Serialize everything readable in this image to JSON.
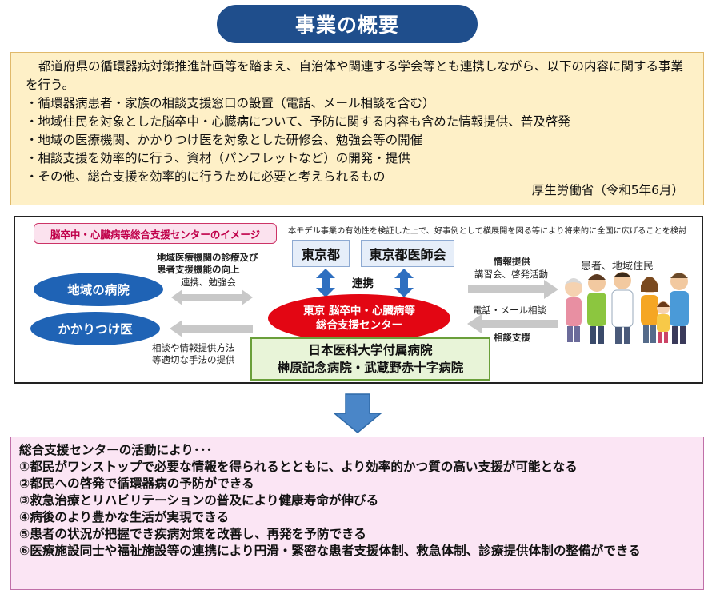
{
  "title": "事業の概要",
  "overview": {
    "intro": "都道府県の循環器病対策推進計画等を踏まえ、自治体や関連する学会等とも連携しながら、以下の内容に関する事業を行う。",
    "bullets": [
      "・循環器病患者・家族の相談支援窓口の設置（電話、メール相談を含む）",
      "・地域住民を対象とした脳卒中・心臓病について、予防に関する内容も含めた情報提供、普及啓発",
      "・地域の医療機関、かかりつけ医を対象とした研修会、勉強会等の開催",
      "・相談支援を効率的に行う、資材（パンフレットなど）の開発・提供",
      "・その他、総合支援を効率的に行うために必要と考えられるもの"
    ],
    "source": "厚生労働省（令和5年6月）"
  },
  "image": {
    "label": "脳卒中・心臓病等総合支援センターのイメージ",
    "note": "本モデル事業の有効性を検証した上で、好事例として横展開を図る等により将来的に全国に広げることを検討",
    "tokyo_to": "東京都",
    "tokyo_med": "東京都医師会",
    "renkei": "連携",
    "local_hospital": "地域の病院",
    "family_doctor": "かかりつけ医",
    "function_up_line1": "地域医療機関の診療及び",
    "function_up_line2": "患者支援機能の向上",
    "coop_study": "連携、勉強会",
    "consult_method_line1": "相談や情報提供方法",
    "consult_method_line2": "等適切な手法の提供",
    "center_line1": "東京 脳卒中・心臓病等",
    "center_line2": "総合支援センター",
    "hospitals_line1": "日本医科大学付属病院",
    "hospitals_line2": "榊原記念病院・武蔵野赤十字病院",
    "info_provide": "情報提供",
    "lecture": "講習会、啓発活動",
    "phone_mail": "電話・メール相談",
    "consult_support": "相談支援",
    "patients": "患者、地域住民"
  },
  "result": {
    "heading": "総合支援センターの活動により･･･",
    "items": [
      "①都民がワンストップで必要な情報を得られるとともに、より効率的かつ質の高い支援が可能となる",
      "②都民への啓発で循環器病の予防ができる",
      "③救急治療とリハビリテーションの普及により健康寿命が伸びる",
      "④病後のより豊かな生活が実現できる",
      "⑤患者の状況が把握でき疾病対策を改善し、再発を予防できる",
      "⑥医療施設同士や福祉施設等の連携により円滑・緊密な患者支援体制、救急体制、診療提供体制の整備ができる"
    ]
  },
  "colors": {
    "title_bg": "#1f4e8c",
    "overview_bg": "#fef0c7",
    "ellipse_blue": "#1f63b5",
    "center_red": "#e30613",
    "hospitals_bg": "#e8f4d8",
    "result_bg": "#fbe5f4",
    "arrow_blue": "#4a86c8",
    "arrow_gray": "#c8c8c8"
  }
}
